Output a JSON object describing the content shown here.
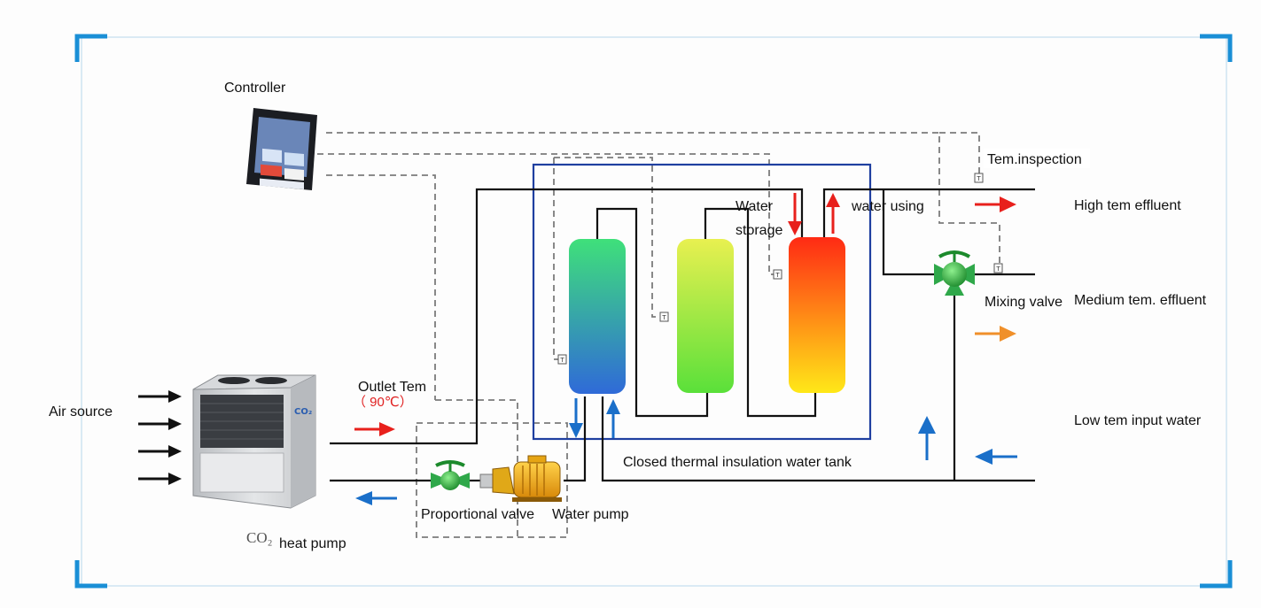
{
  "labels": {
    "controller": "Controller",
    "air_source": "Air source",
    "outlet_tem": "Outlet Tem",
    "outlet_value": "（ 90℃）",
    "co2": "CO₂",
    "heat_pump": "heat pump",
    "proportional_valve": "Proportional valve",
    "water_pump": "Water pump",
    "closed_tank": "Closed thermal insulation water tank",
    "water_storage": "Water storage",
    "water_using": "water using",
    "tem_inspection": "Tem.inspection",
    "high_tem_effluent": "High tem effluent",
    "mixing_valve": "Mixing valve",
    "medium_tem_effluent": "Medium tem. effluent",
    "low_tem_input_water": "Low tem input water",
    "heat_pump_badge": "CO₂",
    "sensor_mark": "T"
  },
  "colors": {
    "frame_corner": "#1a8fd6",
    "frame_line": "#cfe3f2",
    "tank_border": "#1f3fa0",
    "hot_arrow": "#e8201c",
    "cold_arrow": "#1a6fc9",
    "medium_arrow": "#f0902a",
    "tank1": [
      "#3fe07a",
      "#2f6ad8"
    ],
    "tank2": [
      "#e8f050",
      "#5ae03a"
    ],
    "tank3": [
      "#ff2a14",
      "#ffe818"
    ]
  }
}
